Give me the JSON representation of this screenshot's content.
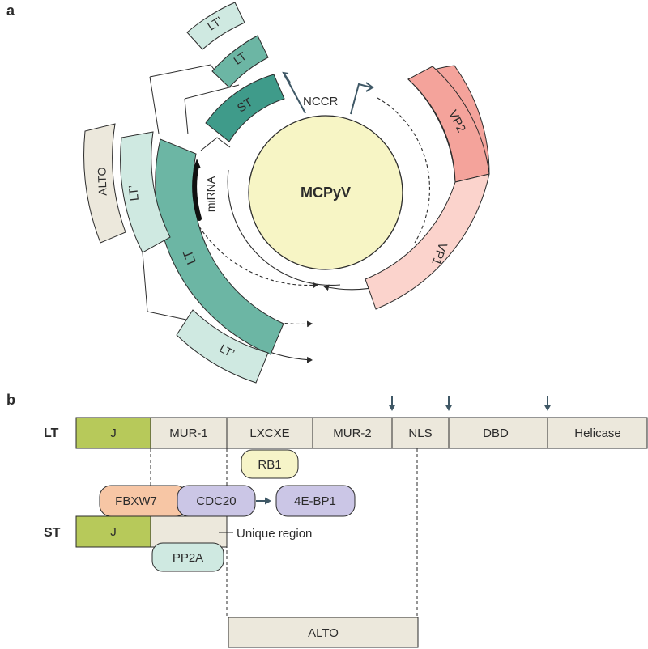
{
  "panel_a": {
    "letter": "a",
    "center_label": "MCPyV",
    "nccr_label": "NCCR",
    "mirna_label": "miRNA",
    "segments": {
      "st": "ST",
      "lt_inner": "LT",
      "lt_top": "LT",
      "lt_prime_top": "LT’",
      "lt_prime_mid": "LT’",
      "alto": "ALTO",
      "lt_prime_bottom": "LT’",
      "vp2": "VP2",
      "vp1": "VP1"
    },
    "colors": {
      "circle_fill": "#f7f5c5",
      "st": "#3f9b8a",
      "lt": "#6cb6a4",
      "lt_light": "#9fd0c2",
      "lt_prime": "#cfe9e1",
      "alto": "#ece8dc",
      "vp2": "#f4a39b",
      "vp1": "#fbd3cc"
    }
  },
  "panel_b": {
    "letter": "b",
    "lt_row_label": "LT",
    "st_row_label": "ST",
    "lt_domains": [
      "J",
      "MUR-1",
      "LXCXE",
      "MUR-2",
      "NLS",
      "DBD",
      "Helicase"
    ],
    "st_j": "J",
    "unique_region": "Unique region",
    "alto": "ALTO",
    "binders": {
      "rb1": "RB1",
      "fbxw7": "FBXW7",
      "cdc20": "CDC20",
      "fourebp1": "4E-BP1",
      "pp2a": "PP2A"
    },
    "colors": {
      "j": "#b7c95a",
      "domain": "#ece8dc",
      "rb1": "#f6f4c8",
      "fbxw7": "#f7c6a5",
      "cdc20": "#cbc6e6",
      "fourebp1": "#cbc6e6",
      "pp2a": "#cfe9e1",
      "arrow": "#3f5866"
    }
  }
}
